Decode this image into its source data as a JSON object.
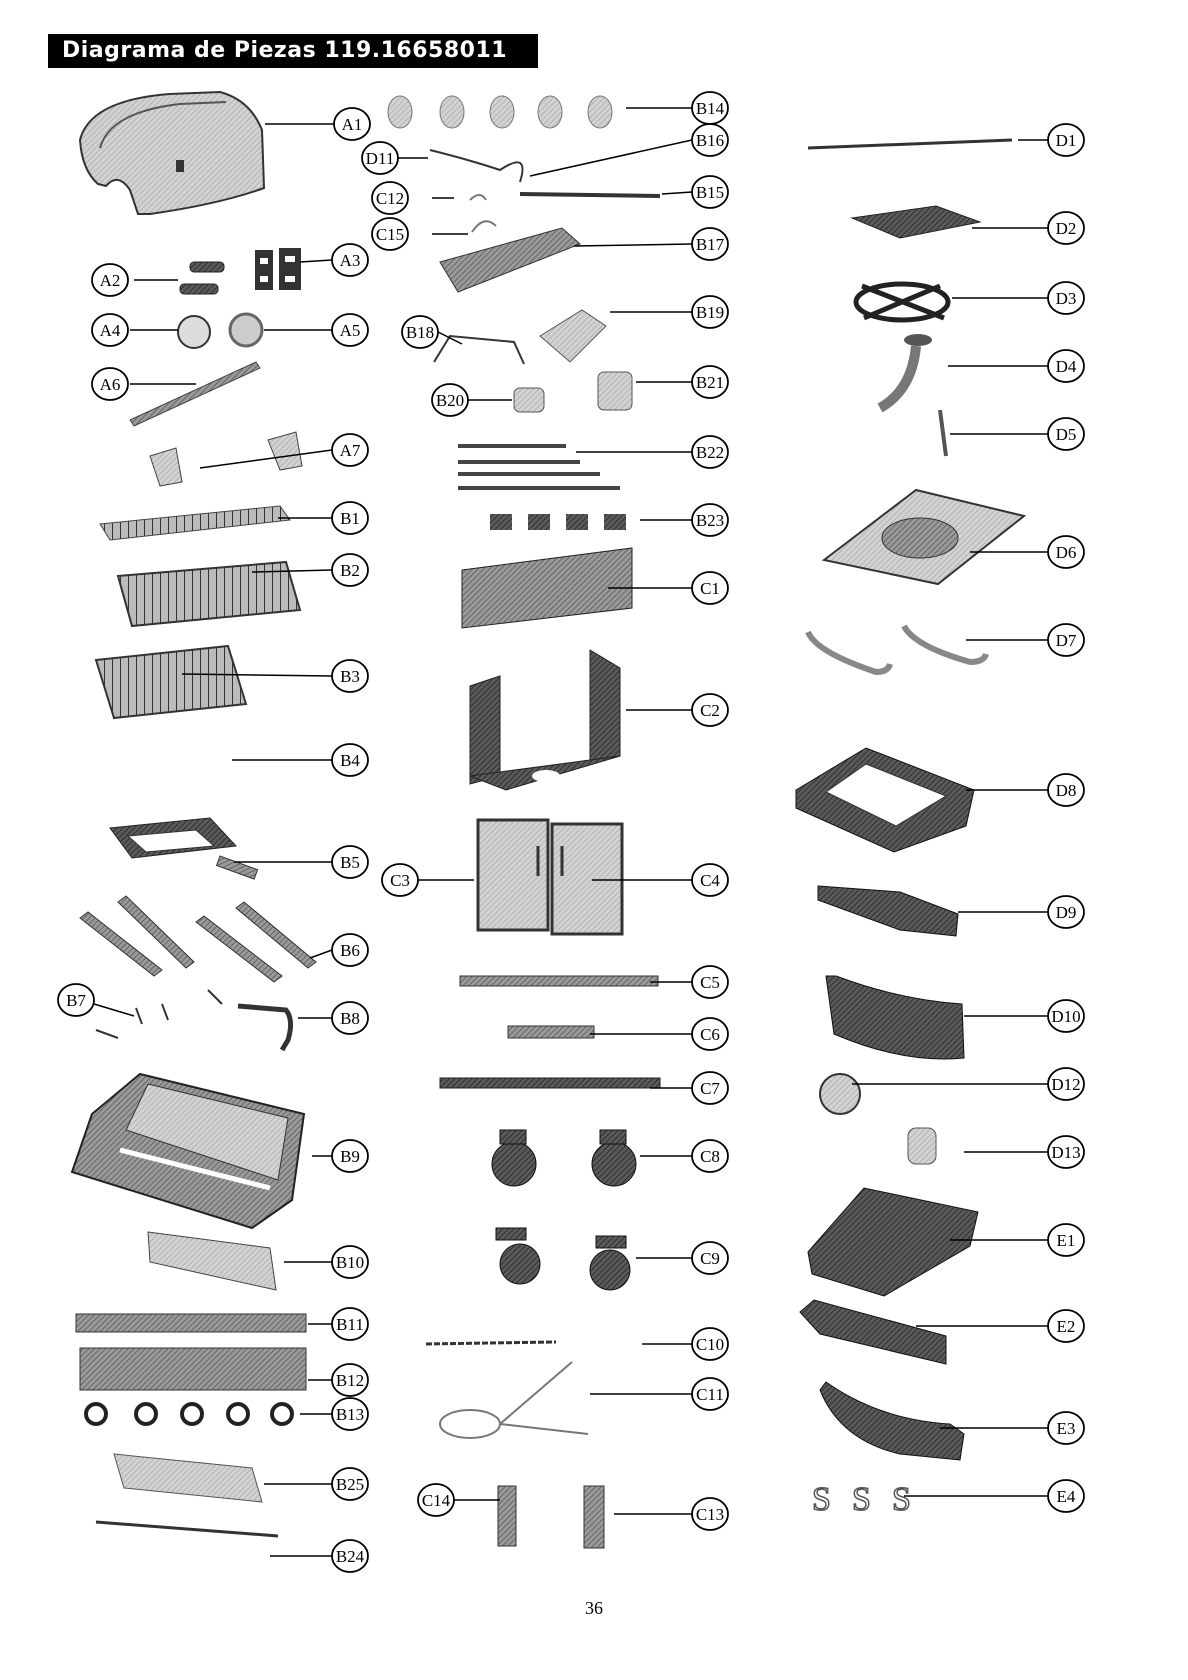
{
  "header": {
    "title": "Diagrama de Piezas 119.16658011"
  },
  "page_number": "36",
  "callouts": {
    "A1": "A1",
    "A2": "A2",
    "A3": "A3",
    "A4": "A4",
    "A5": "A5",
    "A6": "A6",
    "A7": "A7",
    "B1": "B1",
    "B2": "B2",
    "B3": "B3",
    "B4": "B4",
    "B5": "B5",
    "B6": "B6",
    "B7": "B7",
    "B8": "B8",
    "B9": "B9",
    "B10": "B10",
    "B11": "B11",
    "B12": "B12",
    "B13": "B13",
    "B14": "B14",
    "B15": "B15",
    "B16": "B16",
    "B17": "B17",
    "B18": "B18",
    "B19": "B19",
    "B20": "B20",
    "B21": "B21",
    "B22": "B22",
    "B23": "B23",
    "B24": "B24",
    "B25": "B25",
    "C1": "C1",
    "C2": "C2",
    "C3": "C3",
    "C4": "C4",
    "C5": "C5",
    "C6": "C6",
    "C7": "C7",
    "C8": "C8",
    "C9": "C9",
    "C10": "C10",
    "C11": "C11",
    "C12": "C12",
    "C13": "C13",
    "C14": "C14",
    "C15": "C15",
    "D1": "D1",
    "D2": "D2",
    "D3": "D3",
    "D4": "D4",
    "D5": "D5",
    "D6": "D6",
    "D7": "D7",
    "D8": "D8",
    "D9": "D9",
    "D10": "D10",
    "D11": "D11",
    "D12": "D12",
    "D13": "D13",
    "E1": "E1",
    "E2": "E2",
    "E3": "E3",
    "E4": "E4"
  },
  "colors": {
    "ink": "#000000",
    "metal_light": "#c8c8c8",
    "metal_mid": "#8c8c8c",
    "metal_dark": "#3a3a3a"
  }
}
